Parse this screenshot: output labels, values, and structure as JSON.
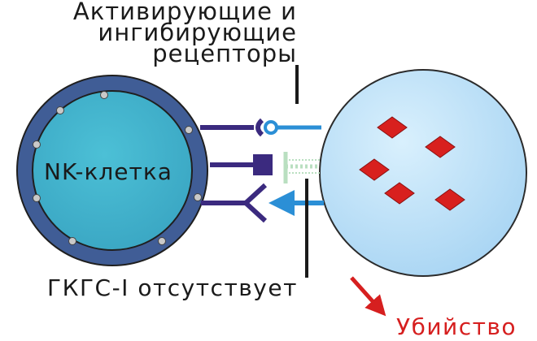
{
  "labels": {
    "receptors_line1": "Активирующие и",
    "receptors_line2": "ингибирующие",
    "receptors_line3": "рецепторы",
    "nk_cell": "NK-клетка",
    "mhc_absent": "ГКГС-I отсутствует",
    "killing": "Убийство"
  },
  "colors": {
    "nk_membrane": "#405d96",
    "nk_cytoplasm": "#3aaec8",
    "target_cell": "#b7ddf5",
    "receptor": "#3b2a7f",
    "signal": "#2b8fd6",
    "granules": "#d8201e",
    "killing": "#d61f1f"
  }
}
